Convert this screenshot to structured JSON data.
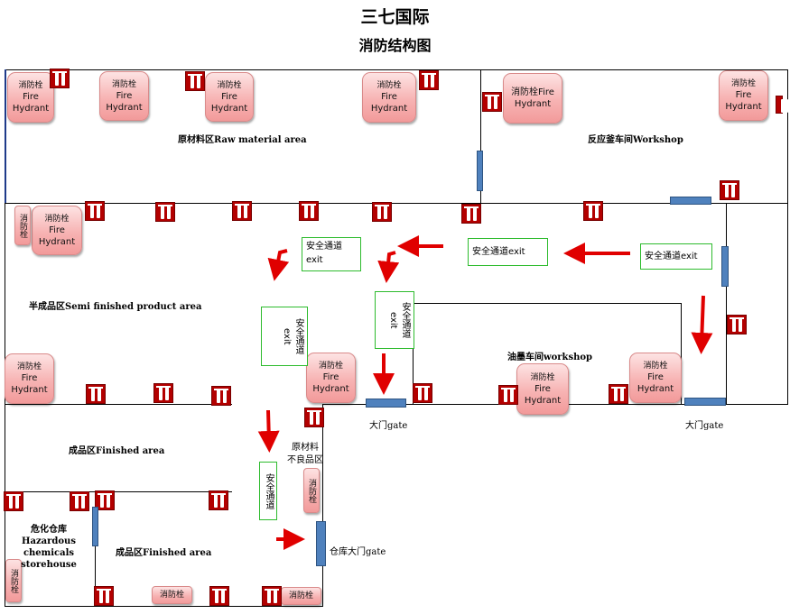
{
  "title": "三七国际",
  "subtitle": "消防结构图",
  "hydrant": {
    "cn": "消防栓",
    "en1": "Fire",
    "en2": "Hydrant",
    "fire_hydrant": "Fire Hydrant",
    "fire_cn": "消防栓Fire"
  },
  "areas": {
    "raw_material": "原材料区Raw material area",
    "reactor_workshop": "反应釜车间Workshop",
    "semi_finished": "半成品区Semi finished product area",
    "ink_workshop": "油墨车间workshop",
    "finished_1": "成品区Finished area",
    "finished_2": "成品区Finished area",
    "hazardous_cn": "危化仓库",
    "hazardous_en1": "Hazardous",
    "hazardous_en2": "chemicals",
    "hazardous_en3": "storehouse",
    "defect_line1": "原材料",
    "defect_line2": "不良品区"
  },
  "exits": {
    "safe_exit": "安全通道exit",
    "safe_cn": "安全通道",
    "exit_en": "exit"
  },
  "gates": {
    "gate": "大门gate",
    "warehouse_gate": "仓库大门gate"
  },
  "small_label": "消防栓",
  "colors": {
    "wall": "#000000",
    "gate": "#4f81bd",
    "arrow": "#e00000",
    "exit_border": "#2dbb2d",
    "extinguisher": "#b30000",
    "hydrant": "#f7b3b3"
  }
}
